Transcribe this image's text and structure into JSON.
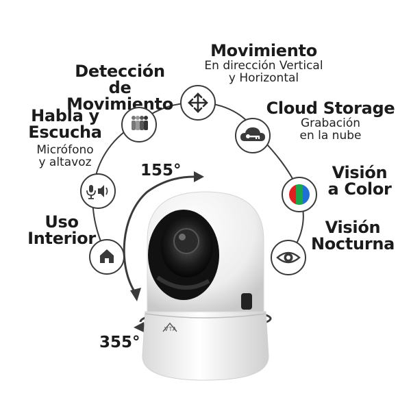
{
  "features": {
    "movement": {
      "title": "Movimiento",
      "sub_line1": "En dirección Vertical",
      "sub_line2": "y Horizontal",
      "icon": "four-way-arrows-icon"
    },
    "motion_detection": {
      "title_line1": "Detección de",
      "title_line2": "Movimiento",
      "icon": "motion-silhouettes-icon"
    },
    "cloud_storage": {
      "title": "Cloud Storage",
      "sub_line1": "Grabación",
      "sub_line2": "en la nube",
      "icon": "cloud-key-icon"
    },
    "talk_listen": {
      "title_line1": "Habla y",
      "title_line2": "Escucha",
      "sub_line1": "Micrófono",
      "sub_line2": "y altavoz",
      "icon": "mic-speaker-icon"
    },
    "color_vision": {
      "title_line1": "Visión",
      "title_line2": "a Color",
      "icon": "rgb-color-icon"
    },
    "indoor_use": {
      "title_line1": "Uso",
      "title_line2": "Interior",
      "icon": "house-icon"
    },
    "night_vision": {
      "title_line1": "Visión",
      "title_line2": "Nocturna",
      "icon": "eye-icon"
    }
  },
  "rotation": {
    "tilt_label": "155°",
    "pan_label": "355°"
  },
  "camera": {
    "brand_mark": "VTA"
  },
  "colors": {
    "outline": "#3a3a3a",
    "text": "#1b1b1b",
    "red": "#e02020",
    "green": "#1aa64a",
    "blue": "#1e6fd6"
  }
}
